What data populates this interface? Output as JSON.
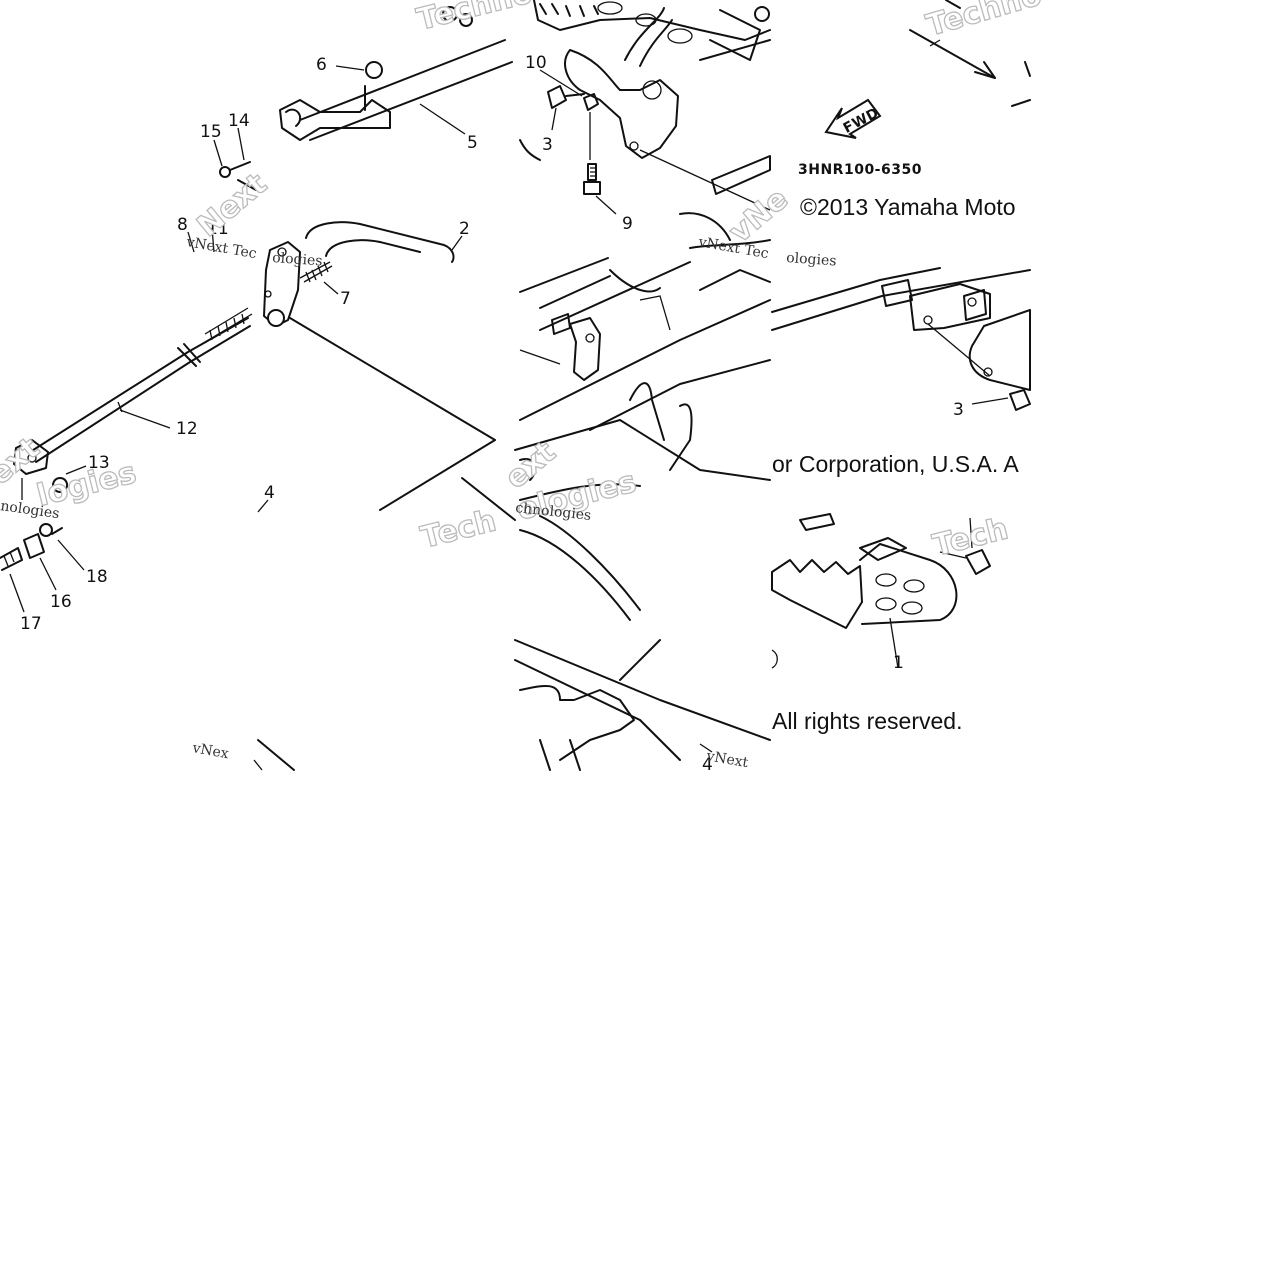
{
  "drawing_code": "3HNR100-6350",
  "direction_label": "FWD",
  "copyright": {
    "line1": "©2013 Yamaha Moto",
    "line2": "or Corporation, U.S.A. A",
    "line3": "All rights reserved."
  },
  "watermark": {
    "brand": "vNext Tec",
    "brand_full": "vNext Technologies",
    "tail": "Technologies",
    "frag_tech": "Techno",
    "frag_tech_short": "Tech",
    "frag_vnex": "vNex",
    "frag_vnext": "vNext",
    "frag_next": "Next",
    "frag_logies": "ologies",
    "frag_logies2": "logies",
    "frag_ext": "ext",
    "frag_chnologies": "chnologies",
    "frag_nologies": "nologies",
    "frag_vn": "vNe"
  },
  "callouts": {
    "c1": "1",
    "c2": "2",
    "c3a": "3",
    "c3b": "3",
    "c4a": "4",
    "c4b": "4",
    "c5": "5",
    "c6": "6",
    "c7": "7",
    "c8": "8",
    "c9": "9",
    "c10": "10",
    "c11": "11",
    "c12": "12",
    "c13": "13",
    "c14": "14",
    "c15": "15",
    "c16": "16",
    "c17": "17",
    "c18": "18"
  }
}
